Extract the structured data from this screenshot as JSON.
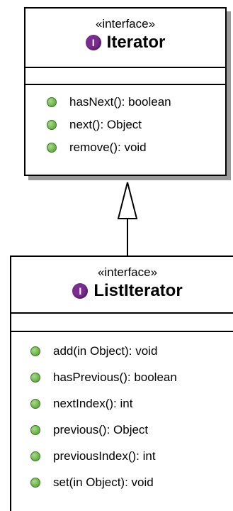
{
  "diagram": {
    "iterator": {
      "stereotype": "«interface»",
      "icon_letter": "I",
      "icon": "interface-icon",
      "name": "Iterator",
      "operations": [
        "hasNext(): boolean",
        "next(): Object",
        "remove(): void"
      ]
    },
    "list_iterator": {
      "stereotype": "«interface»",
      "icon_letter": "I",
      "icon": "interface-icon",
      "name": "ListIterator",
      "operations": [
        "add(in Object): void",
        "hasPrevious(): boolean",
        "nextIndex(): int",
        "previous(): Object",
        "previousIndex(): int",
        "set(in Object): void"
      ]
    },
    "relationship": "generalization",
    "colors": {
      "interface_icon": "#7a2d8f",
      "operation_dot": "#5fa836",
      "shadow": "#9a9a9a"
    }
  }
}
